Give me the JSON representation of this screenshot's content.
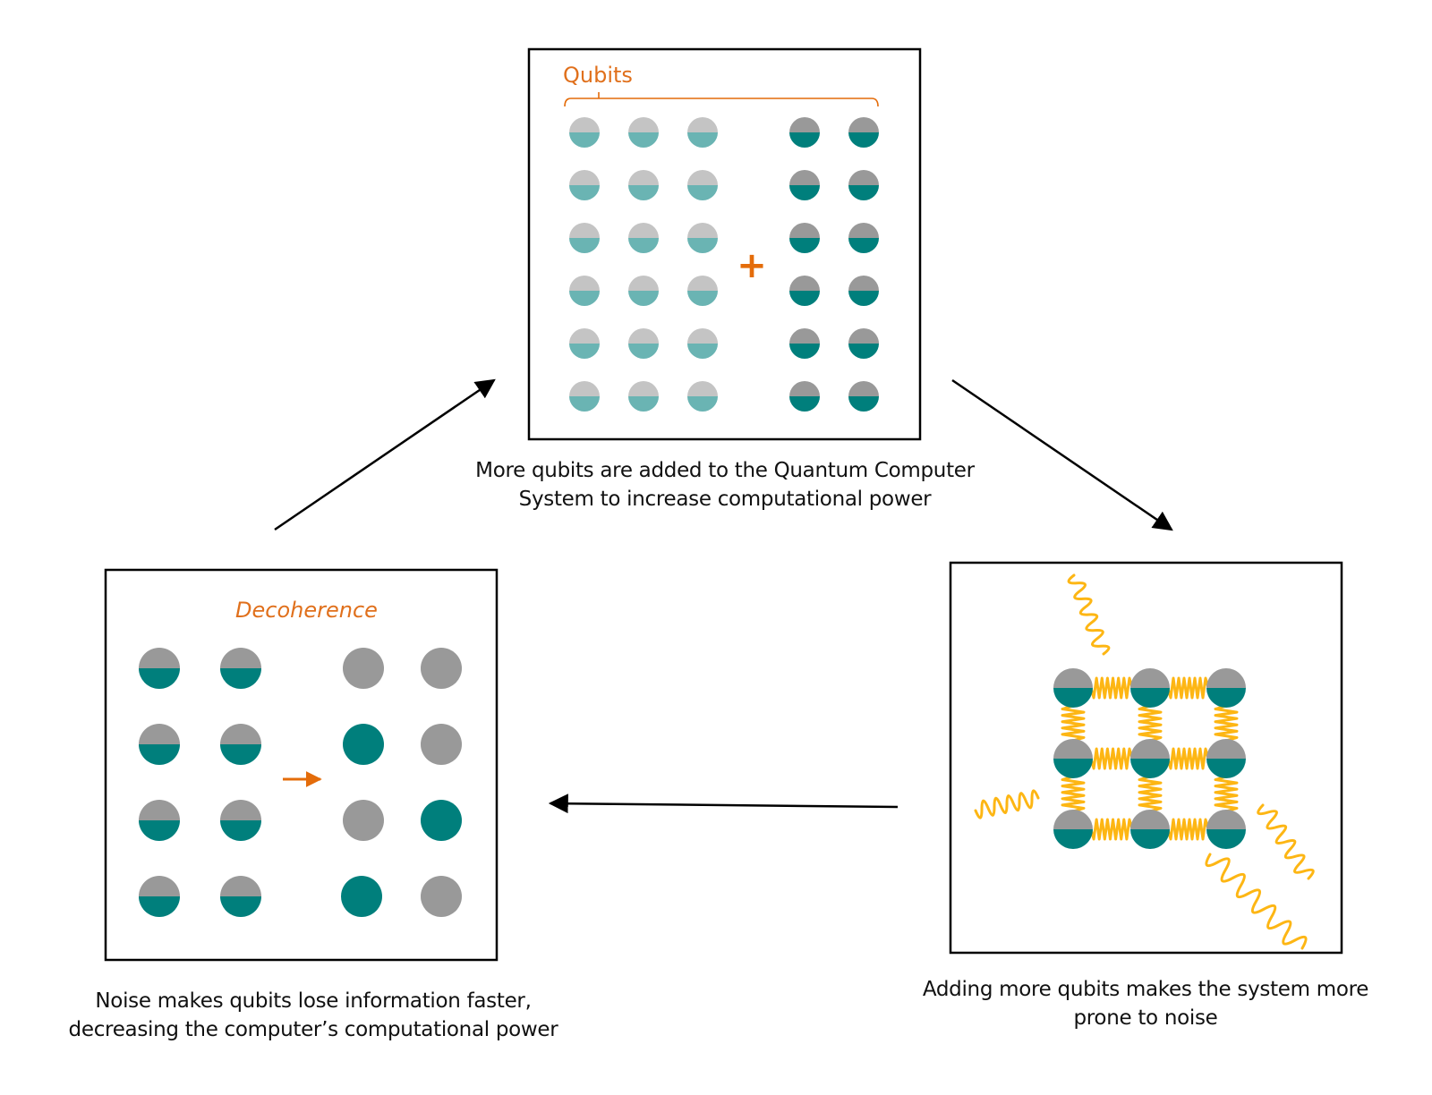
{
  "colors": {
    "orange": "#e46c0a",
    "teal_dark": "#007f7c",
    "teal_light": "#6ab4b3",
    "gray_dark": "#999999",
    "gray_light": "#c4c4c4",
    "spring": "#fdb614",
    "frame": "#000000"
  },
  "panels": {
    "top": {
      "label": "Qubits",
      "operator_symbol": "+",
      "caption_line1": "More qubits are added to the Quantum Computer",
      "caption_line2": "System to increase computational power",
      "existing_qubits": {
        "rows": 6,
        "cols": 3,
        "style": "light-half"
      },
      "added_qubits": {
        "rows": 6,
        "cols": 2,
        "style": "dark-half"
      }
    },
    "right": {
      "caption_line1": "Adding more qubits makes the system more",
      "caption_line2": "prone to noise",
      "lattice": {
        "rows": 3,
        "cols": 3,
        "connection": "spring"
      },
      "noise_waves": 4
    },
    "left": {
      "label": "Decoherence",
      "caption_line1": "Noise makes qubits lose information faster,",
      "caption_line2": "decreasing the computer’s computational power",
      "before": {
        "rows": 4,
        "cols": 2,
        "state": "superposition"
      },
      "after_states": [
        [
          "gray",
          "gray"
        ],
        [
          "teal",
          "gray"
        ],
        [
          "gray",
          "teal"
        ],
        [
          "teal",
          "gray"
        ]
      ]
    }
  },
  "cycle_arrows": [
    {
      "from": "left",
      "to": "top"
    },
    {
      "from": "top",
      "to": "right"
    },
    {
      "from": "right",
      "to": "left"
    }
  ]
}
